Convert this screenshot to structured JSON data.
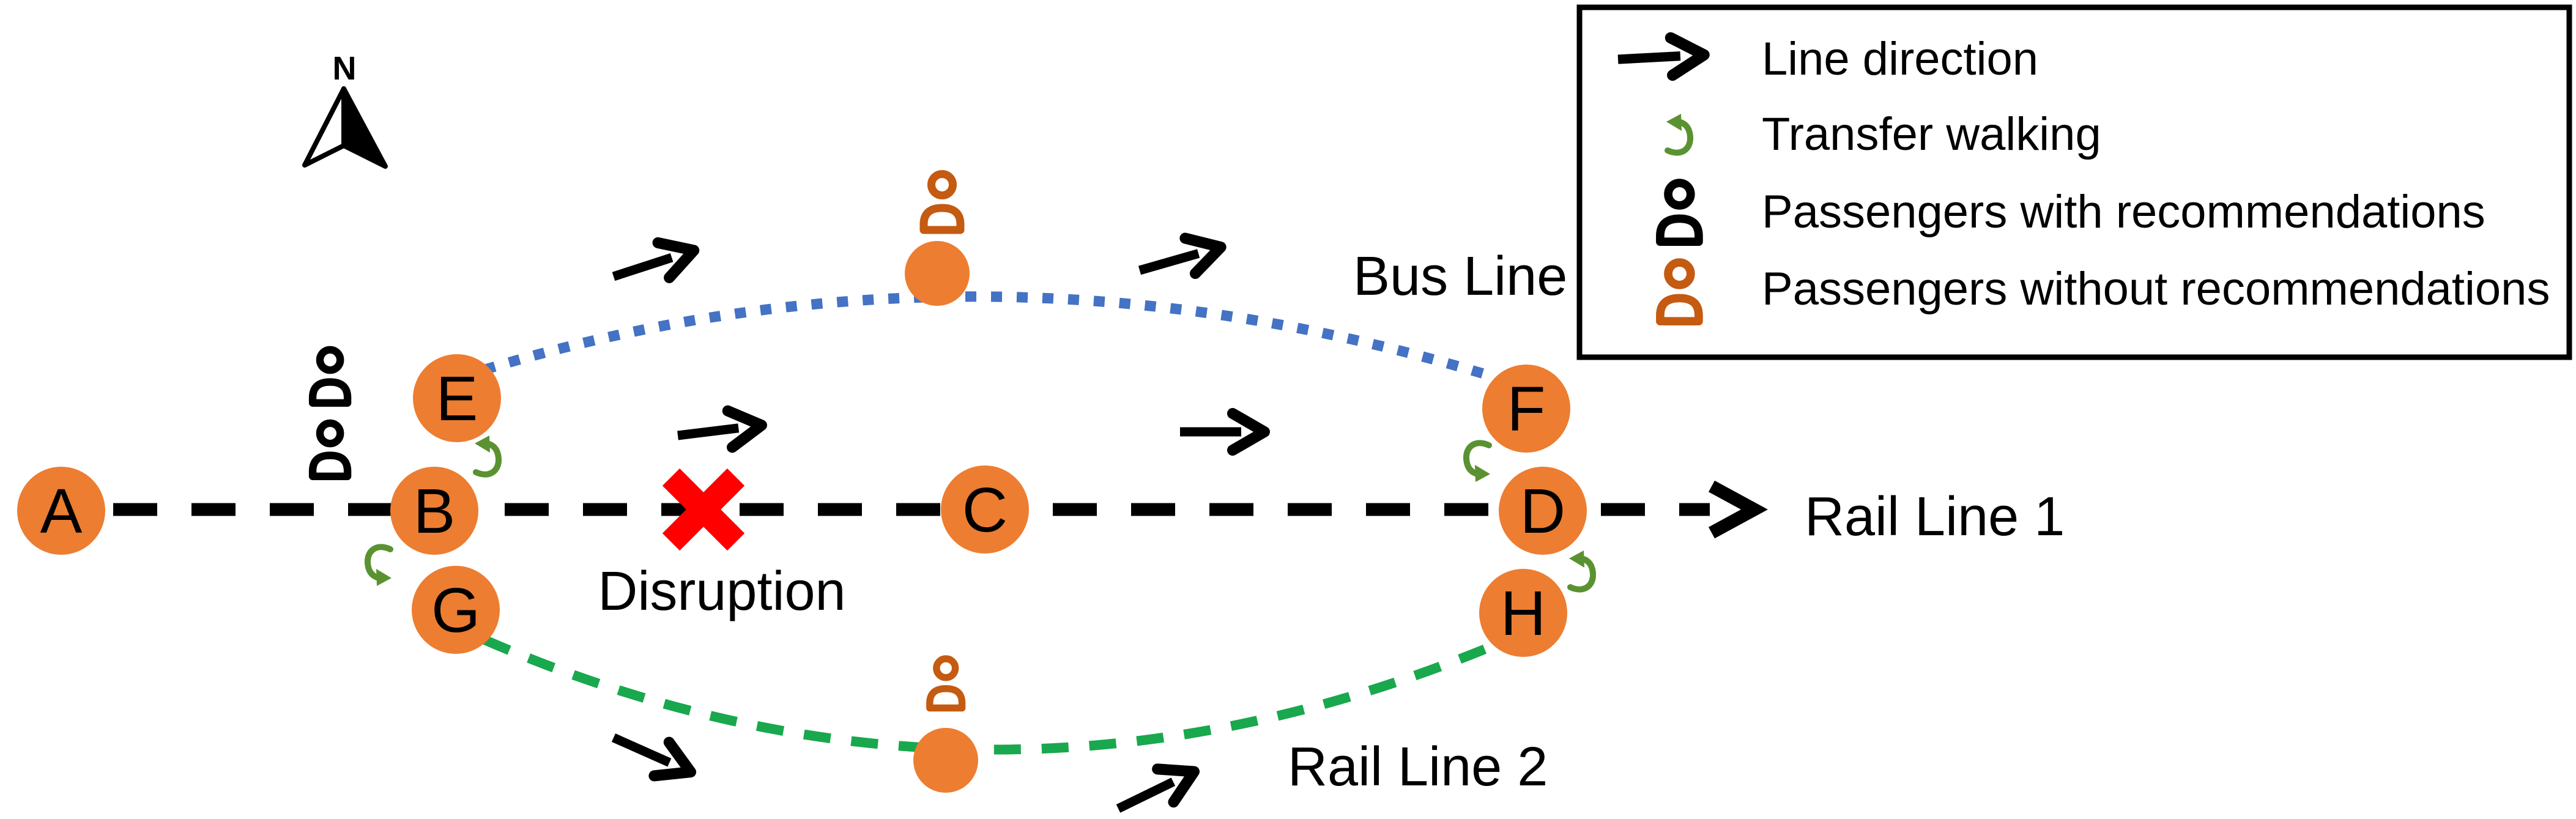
{
  "compass": {
    "label": "N"
  },
  "stations": {
    "A": "A",
    "B": "B",
    "C": "C",
    "D": "D",
    "E": "E",
    "F": "F",
    "G": "G",
    "H": "H"
  },
  "labels": {
    "disruption": "Disruption",
    "bus_line": "Bus Line",
    "rail_line_1": "Rail Line 1",
    "rail_line_2": "Rail Line 2"
  },
  "legend": {
    "items": [
      {
        "icon": "line-direction-arrow-icon",
        "label": "Line direction"
      },
      {
        "icon": "transfer-walking-icon",
        "label": "Transfer walking"
      },
      {
        "icon": "passenger-with-recommendations-icon",
        "label": "Passengers with recommendations"
      },
      {
        "icon": "passenger-without-recommendations-icon",
        "label": "Passengers without recommendations"
      }
    ]
  },
  "colors": {
    "station_fill": "#ED7D31",
    "passenger_with_rec": "#000000",
    "passenger_without_rec": "#C55A11",
    "bus_line": "#4472C4",
    "rail_line_1": "#000000",
    "rail_line_2": "#19A84D",
    "transfer_arrow": "#5A9231",
    "disruption_x": "#FF0000",
    "legend_border": "#000000"
  }
}
